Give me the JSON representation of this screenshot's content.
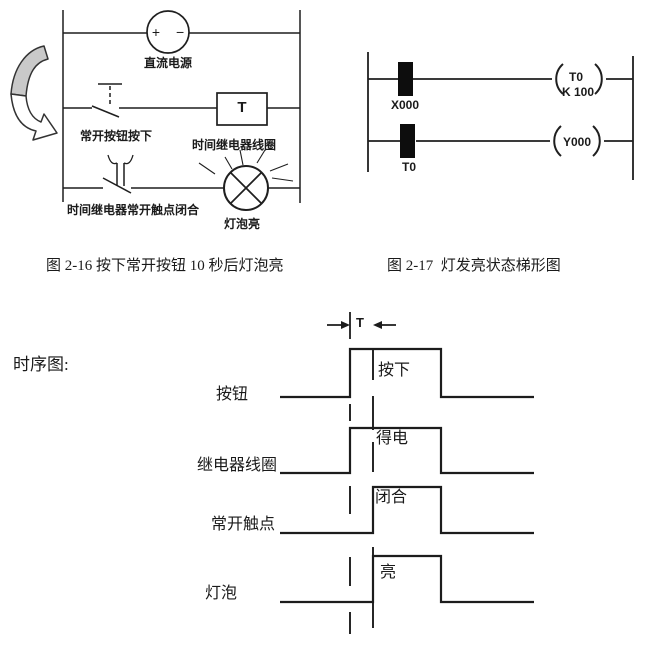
{
  "colors": {
    "line": "#1f1f1f",
    "arrow_fill": "#c9c9c9"
  },
  "fig216": {
    "caption": "图 2-16 按下常开按钮 10 秒后灯泡亮",
    "power_source": "直流电源",
    "push_button": "常开按钮按下",
    "timer_coil": "时间继电器线圈",
    "timer_contact": "时间继电器常开触点闭合",
    "lamp": "灯泡亮",
    "timer_box": "T",
    "plus": "+",
    "minus": "−"
  },
  "fig217": {
    "caption": "图 2-17  灯发亮状态梯形图",
    "rung1_contact": "X000",
    "rung1_coil_name": "T0",
    "rung1_coil_value": "K 100",
    "rung2_contact": "T0",
    "rung2_coil_name": "Y000"
  },
  "timing": {
    "title": "时序图:",
    "t_label": "T",
    "signals": [
      {
        "name": "按钮",
        "event": "按下"
      },
      {
        "name": "继电器线圈",
        "event": "得电"
      },
      {
        "name": "常开触点",
        "event": "闭合"
      },
      {
        "name": "灯泡",
        "event": "亮"
      }
    ]
  }
}
